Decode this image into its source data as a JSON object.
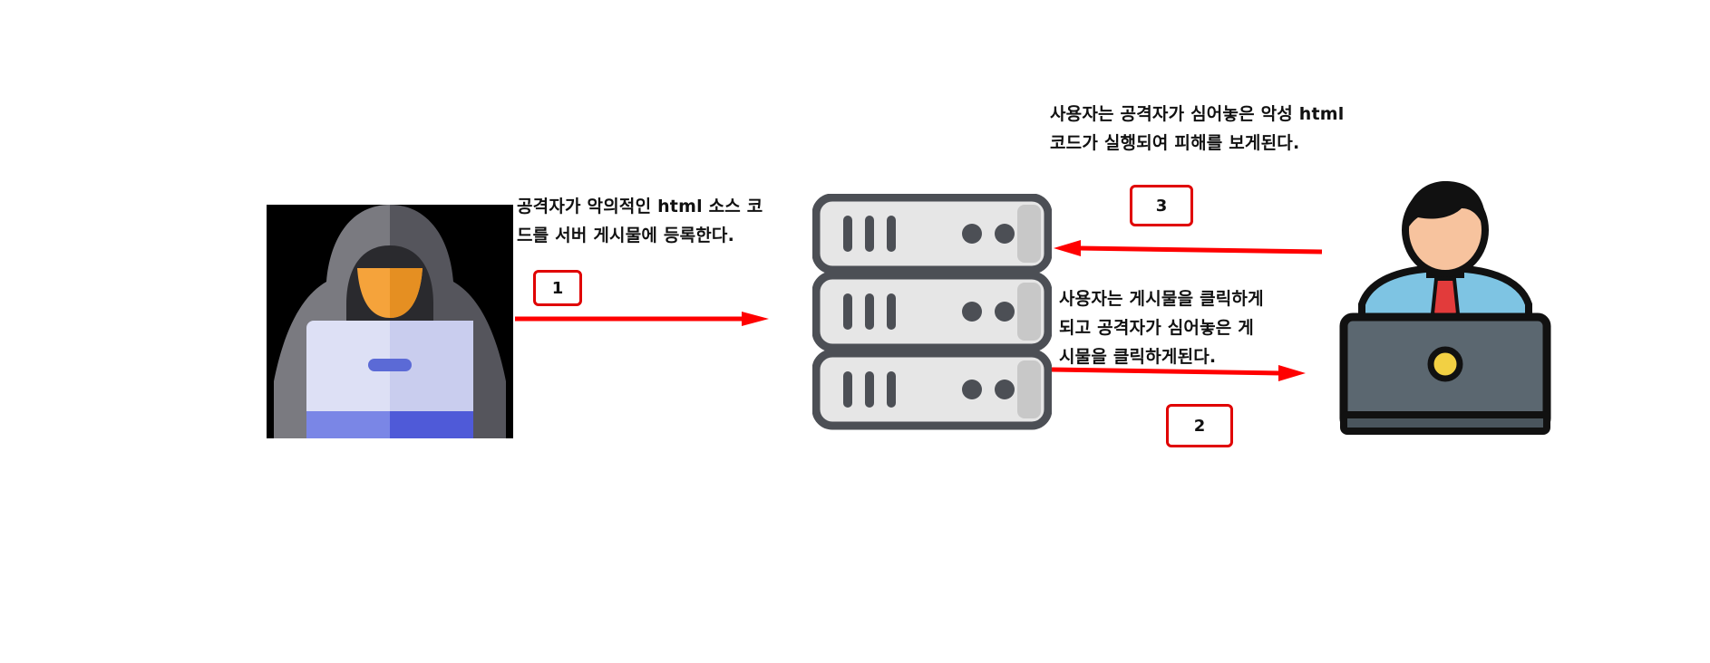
{
  "captions": {
    "step1": [
      "공격자가 악의적인 html 소스 코",
      "드를 서버 게시물에 등록한다."
    ],
    "step2": [
      "사용자는 게시물을 클릭하게",
      "되고 공격자가 심어놓은 게",
      "시물을 클릭하게된다."
    ],
    "step3": [
      "사용자는 공격자가 심어놓은 악성 html",
      "코드가 실행되여 피해를 보게된다."
    ]
  },
  "steps": {
    "one": "1",
    "two": "2",
    "three": "3"
  },
  "colors": {
    "arrow": "#ff0000",
    "box_border": "#e00000"
  },
  "icons": {
    "attacker": "hacker-icon",
    "server": "server-icon",
    "user": "user-icon"
  }
}
